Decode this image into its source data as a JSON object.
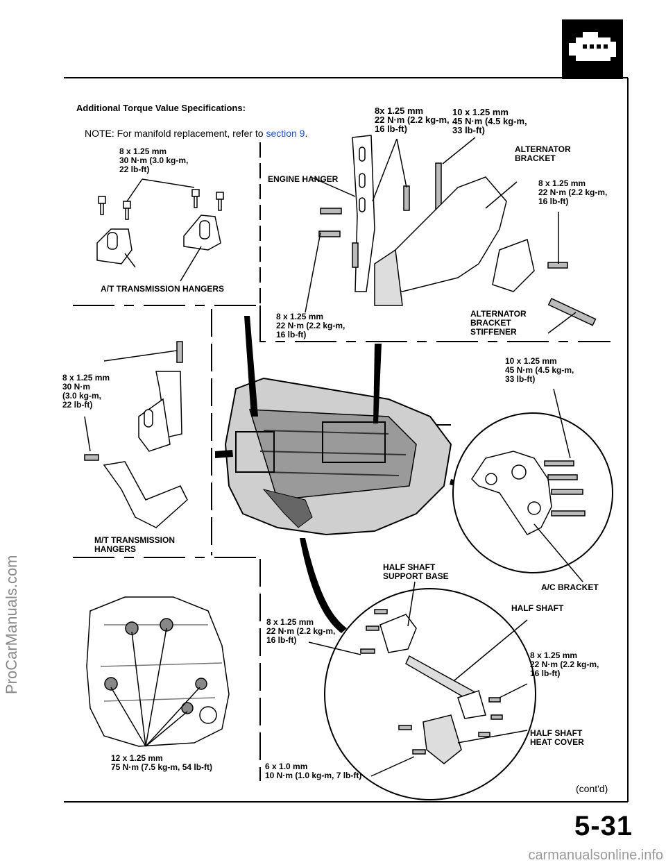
{
  "header": {
    "title": "Additional Torque Value Specifications:",
    "note_prefix": "NOTE:  For manifold replacement, refer to",
    "note_link": "section 9",
    "note_suffix": "."
  },
  "labels": {
    "at_bolt_spec": "8 x 1.25 mm\n30 N·m (3.0 kg-m,\n22  lb-ft)",
    "at_hangers": "A/T TRANSMISSION HANGERS",
    "engine_hanger": "ENGINE HANGER",
    "engine_hanger_spec": "8x 1.25 mm\n22 N·m (2.2 kg-m,\n16 lb-ft)",
    "alt_top_spec": "10 x 1.25 mm\n45 N·m (4.5 kg-m,\n33 lb-ft)",
    "alternator_bracket": "ALTERNATOR\nBRACKET",
    "alt_bracket_spec": "8 x 1.25 mm\n22 N·m (2.2 kg-m,\n16 lb-ft)",
    "hanger_lower_spec": "8 x 1.25 mm\n22 N·m (2.2 kg-m,\n16 lb-ft)",
    "alt_stiffener": "ALTERNATOR\nBRACKET\nSTIFFENER",
    "mt_bolt_spec": "8 x 1.25 mm\n30 N·m\n(3.0 kg-m,\n22 lb-ft)",
    "mt_hangers": "M/T TRANSMISSION\nHANGERS",
    "ac_spec": "10 x 1.25 mm\n45 N·m (4.5 kg-m,\n33 lb-ft)",
    "ac_bracket": "A/C  BRACKET",
    "half_shaft_base": "HALF SHAFT\nSUPPORT BASE",
    "half_shaft": "HALF SHAFT",
    "half_base_spec": "8 x 1.25 mm\n22 N·m (2.2 kg-m,\n16 lb-ft)",
    "half_shaft_spec": "8 x 1.25 mm\n22 N·m (2.2 kg-m,\n16 lb-ft)",
    "heat_cover": "HALF SHAFT\nHEAT COVER",
    "heat_cover_spec": "6 x 1.0 mm\n10 N·m (1.0 kg-m, 7 lb-ft)",
    "trans_spec": "12 x 1.25 mm\n75 N·m (7.5 kg-m, 54 lb-ft)"
  },
  "footer": {
    "contd": "(cont'd)",
    "page_number": "5-31",
    "watermark_side": "ProCarManuals.com",
    "watermark_bottom": "carmanualsonline.info"
  },
  "icons": {
    "section_badge": "engine-icon"
  }
}
